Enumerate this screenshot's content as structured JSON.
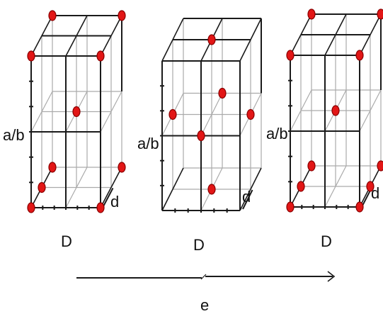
{
  "colors": {
    "dot": "#e21616",
    "dot_stroke": "#8a0000",
    "line_dark": "#1a1a1a",
    "line_light": "#aaaaaa"
  },
  "panels": [
    {
      "vertical_label": "a/b",
      "horizontal_label": "D",
      "depth_label": "d"
    },
    {
      "vertical_label": "a/b",
      "horizontal_label": "D",
      "depth_label": "d"
    },
    {
      "vertical_label": "a/b",
      "horizontal_label": "D",
      "depth_label": "d"
    }
  ],
  "arrow": {
    "label": "e"
  }
}
